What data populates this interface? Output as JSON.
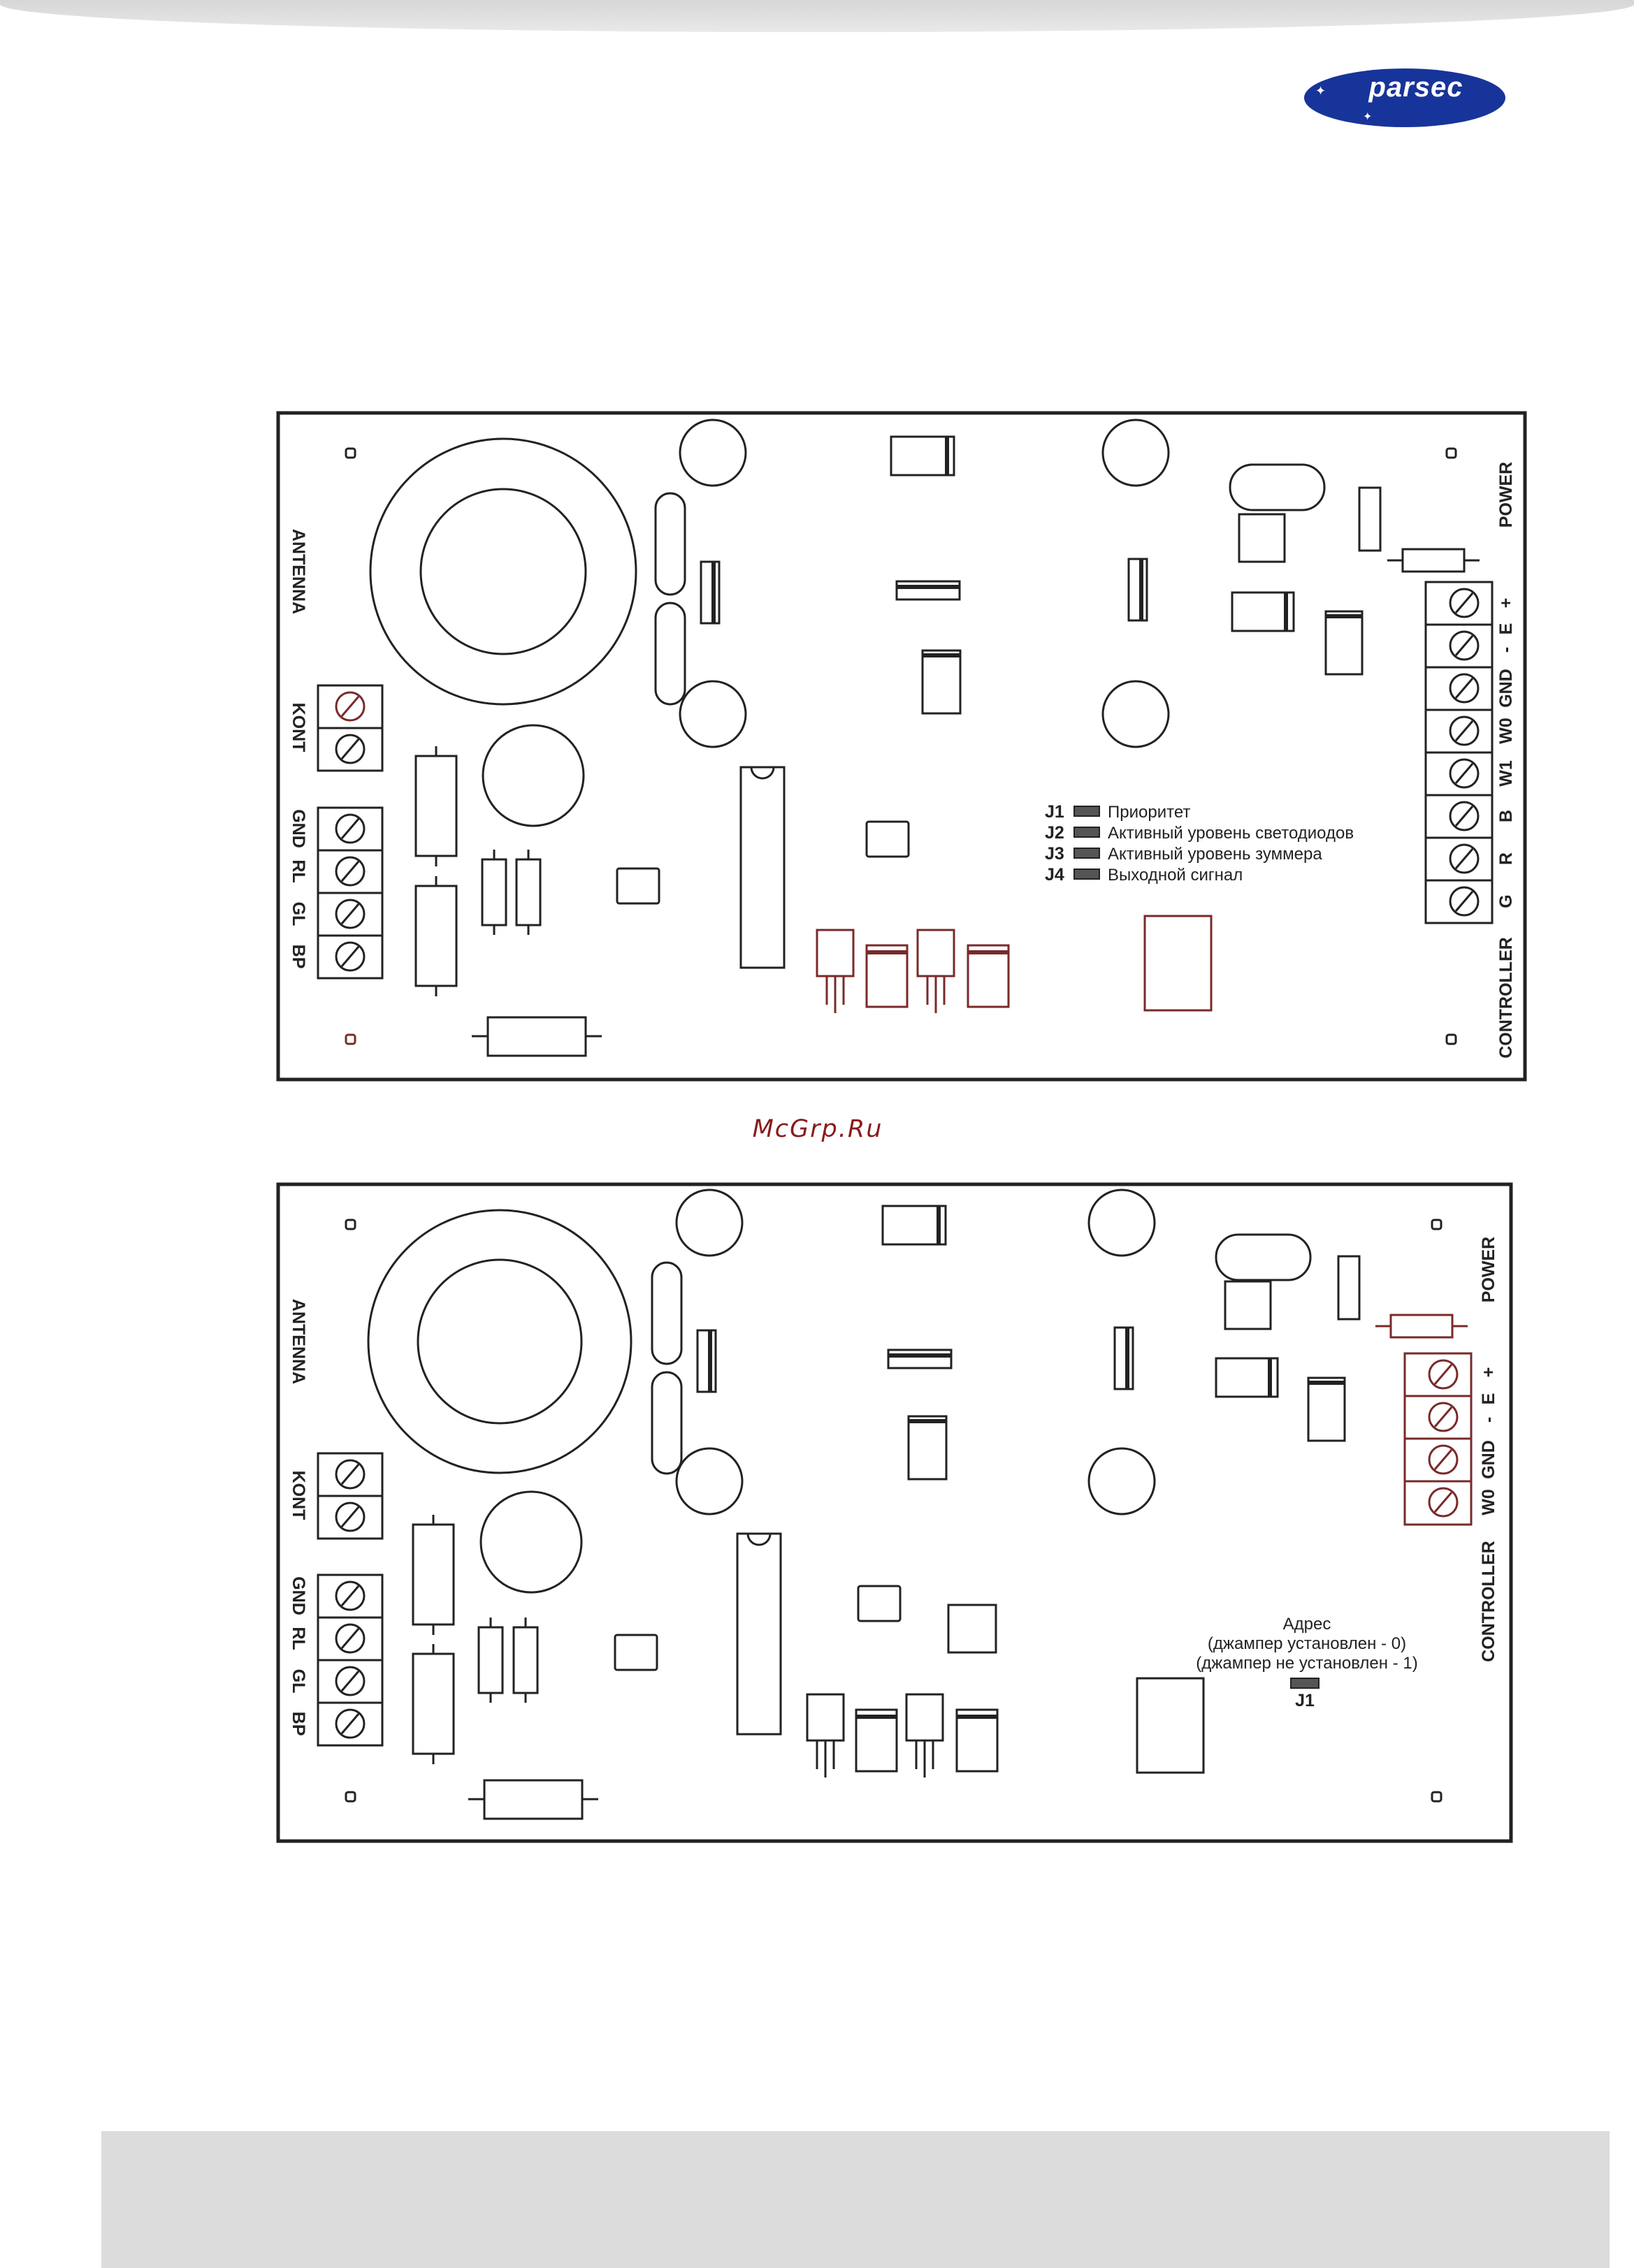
{
  "logo": {
    "brand": "parsec",
    "colors": {
      "fill": "#17349a",
      "text": "#ffffff"
    }
  },
  "watermark": "McGrp.Ru",
  "board1": {
    "labels": {
      "antenna": "ANTENNA",
      "kont": "KONT",
      "gnd": "GND",
      "rl": "RL",
      "gl": "GL",
      "bp": "BP",
      "power": "POWER",
      "controller": "CONTROLLER",
      "pins_right": [
        "+",
        "E",
        "-",
        "GND",
        "W0",
        "W1",
        "B",
        "R",
        "G"
      ]
    },
    "jumpers": [
      {
        "id": "J1",
        "text": "Приоритет"
      },
      {
        "id": "J2",
        "text": "Активный уровень светодиодов"
      },
      {
        "id": "J3",
        "text": "Активный уровень зуммера"
      },
      {
        "id": "J4",
        "text": "Выходной сигнал"
      }
    ]
  },
  "board2": {
    "labels": {
      "antenna": "ANTENNA",
      "kont": "KONT",
      "gnd": "GND",
      "rl": "RL",
      "gl": "GL",
      "bp": "BP",
      "power": "POWER",
      "controller": "CONTROLLER",
      "pins_right": [
        "+",
        "E",
        "-",
        "GND",
        "W0"
      ]
    },
    "address": {
      "title": "Адрес",
      "line1": "(джампер установлен - 0)",
      "line2": "(джампер не установлен - 1)",
      "jumper": "J1"
    }
  },
  "colors": {
    "highlight": "#7a2a2a",
    "ink": "#222222"
  }
}
